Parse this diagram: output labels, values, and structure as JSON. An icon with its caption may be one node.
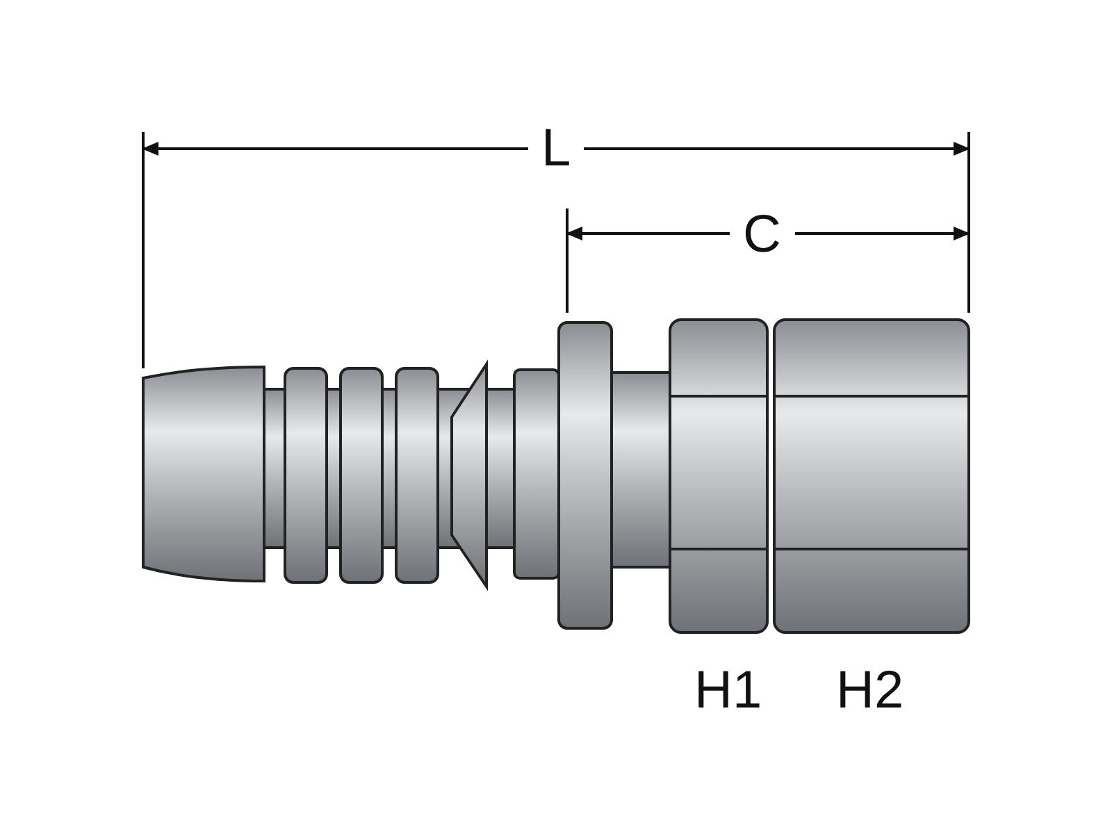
{
  "diagram": {
    "labels": [
      "L",
      "C",
      "H1",
      "H2"
    ]
  }
}
